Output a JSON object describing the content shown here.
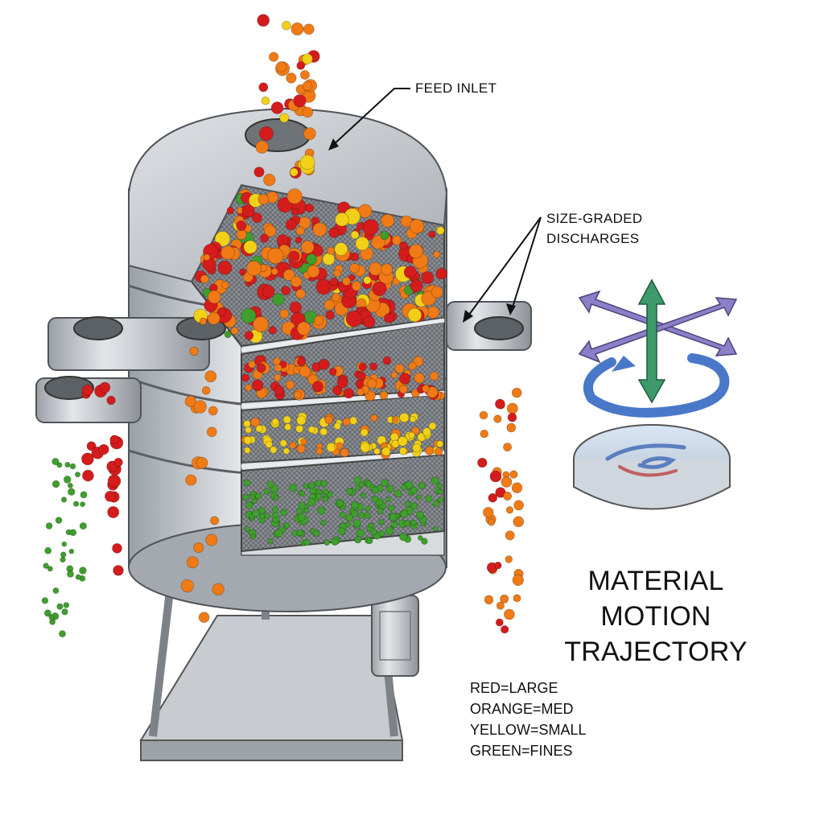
{
  "labels": {
    "feed_inlet": "FEED INLET",
    "discharges_line1": "SIZE-GRADED",
    "discharges_line2": "DISCHARGES",
    "motion_line1": "MATERIAL MOTION",
    "motion_line2": "TRAJECTORY"
  },
  "legend": [
    {
      "text": "RED=LARGE",
      "color": "#d41c1c"
    },
    {
      "text": "ORANGE=MED",
      "color": "#ef7a16"
    },
    {
      "text": "YELLOW=SMALL",
      "color": "#f2d018"
    },
    {
      "text": "GREEN=FINES",
      "color": "#3f9e2c"
    }
  ],
  "colors": {
    "steel": "#c9cdd2",
    "steel_dark": "#8e949b",
    "mesh": "#6f7378",
    "arrow_purple": "#8b7fc9",
    "arrow_green": "#3e9a6a",
    "arrow_blue": "#4a78c8"
  }
}
